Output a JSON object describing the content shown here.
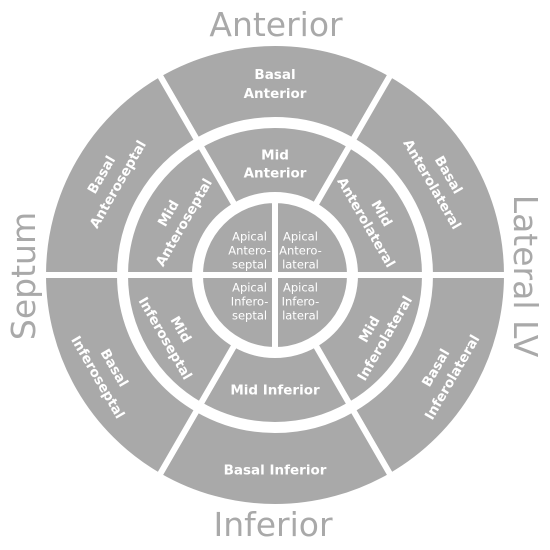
{
  "diagram": {
    "title": "",
    "colors": {
      "segment_fill": "#a9a9a9",
      "segment_text": "#ffffff",
      "separator": "#ffffff",
      "direction_text": "#a9a9a9"
    },
    "directions": {
      "top": "Anterior",
      "left": "Septum",
      "right": "Lateral LV",
      "bottom": "Inferior"
    },
    "rings": {
      "basal": [
        {
          "id": "basal-anterior",
          "lines": [
            "Basal",
            "Anterior"
          ]
        },
        {
          "id": "basal-anterolateral",
          "lines": [
            "Basal",
            "Anterolateral"
          ]
        },
        {
          "id": "basal-inferolateral",
          "lines": [
            "Basal",
            "Inferolateral"
          ]
        },
        {
          "id": "basal-inferior",
          "lines": [
            "Basal Inferior"
          ]
        },
        {
          "id": "basal-inferoseptal",
          "lines": [
            "Basal",
            "Inferoseptal"
          ]
        },
        {
          "id": "basal-anteroseptal",
          "lines": [
            "Basal",
            "Anteroseptal"
          ]
        }
      ],
      "mid": [
        {
          "id": "mid-anterior",
          "lines": [
            "Mid",
            "Anterior"
          ]
        },
        {
          "id": "mid-anterolateral",
          "lines": [
            "Mid",
            "Anterolateral"
          ]
        },
        {
          "id": "mid-inferolateral",
          "lines": [
            "Mid",
            "Inferolateral"
          ]
        },
        {
          "id": "mid-inferior",
          "lines": [
            "Mid Inferior"
          ]
        },
        {
          "id": "mid-inferoseptal",
          "lines": [
            "Mid",
            "Inferoseptal"
          ]
        },
        {
          "id": "mid-anteroseptal",
          "lines": [
            "Mid",
            "Anteroseptal"
          ]
        }
      ],
      "apical": [
        {
          "id": "apical-anterolateral",
          "lines": [
            "Apical",
            "Antero-",
            "lateral"
          ]
        },
        {
          "id": "apical-inferolateral",
          "lines": [
            "Apical",
            "Infero-",
            "lateral"
          ]
        },
        {
          "id": "apical-inferoseptal",
          "lines": [
            "Apical",
            "Infero-",
            "septal"
          ]
        },
        {
          "id": "apical-anteroseptal",
          "lines": [
            "Apical",
            "Antero-",
            "septal"
          ]
        }
      ]
    }
  }
}
